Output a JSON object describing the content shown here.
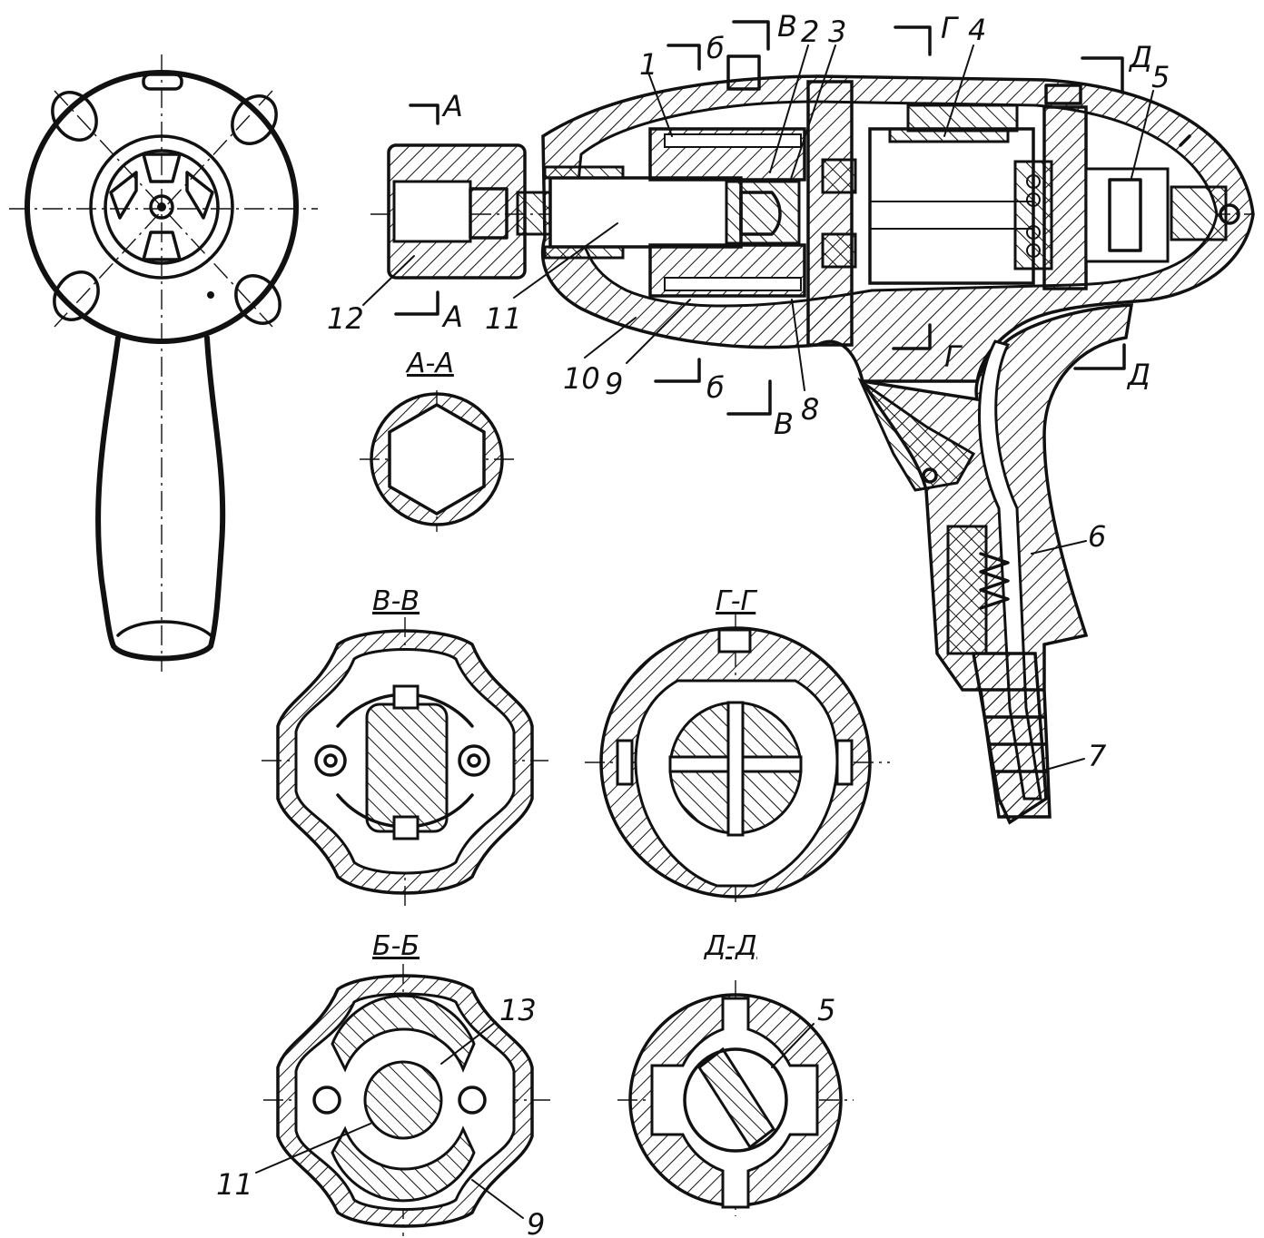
{
  "colors": {
    "ink": "#111111",
    "paper": "#ffffff"
  },
  "labels": {
    "n1": "1",
    "n2": "2",
    "n3": "3",
    "n4": "4",
    "n5": "5",
    "n5b": "5",
    "n6": "6",
    "n7": "7",
    "n8": "8",
    "n9": "9",
    "n9b": "9",
    "n10": "10",
    "n11": "11",
    "n11b": "11",
    "n12": "12",
    "n13": "13"
  },
  "cut_markers": {
    "a_top": "А",
    "a_bottom": "А",
    "b_top": "б",
    "b_bottom": "б",
    "v_top": "В",
    "v_bottom": "В",
    "g_top": "Г",
    "g_bottom": "Г",
    "d_top": "Д",
    "d_bottom": "Д"
  },
  "sections": {
    "aa": "А-А",
    "vv": "В-В",
    "gg": "Г-Г",
    "bb": "Б-Б",
    "dd": "Д-Д"
  }
}
